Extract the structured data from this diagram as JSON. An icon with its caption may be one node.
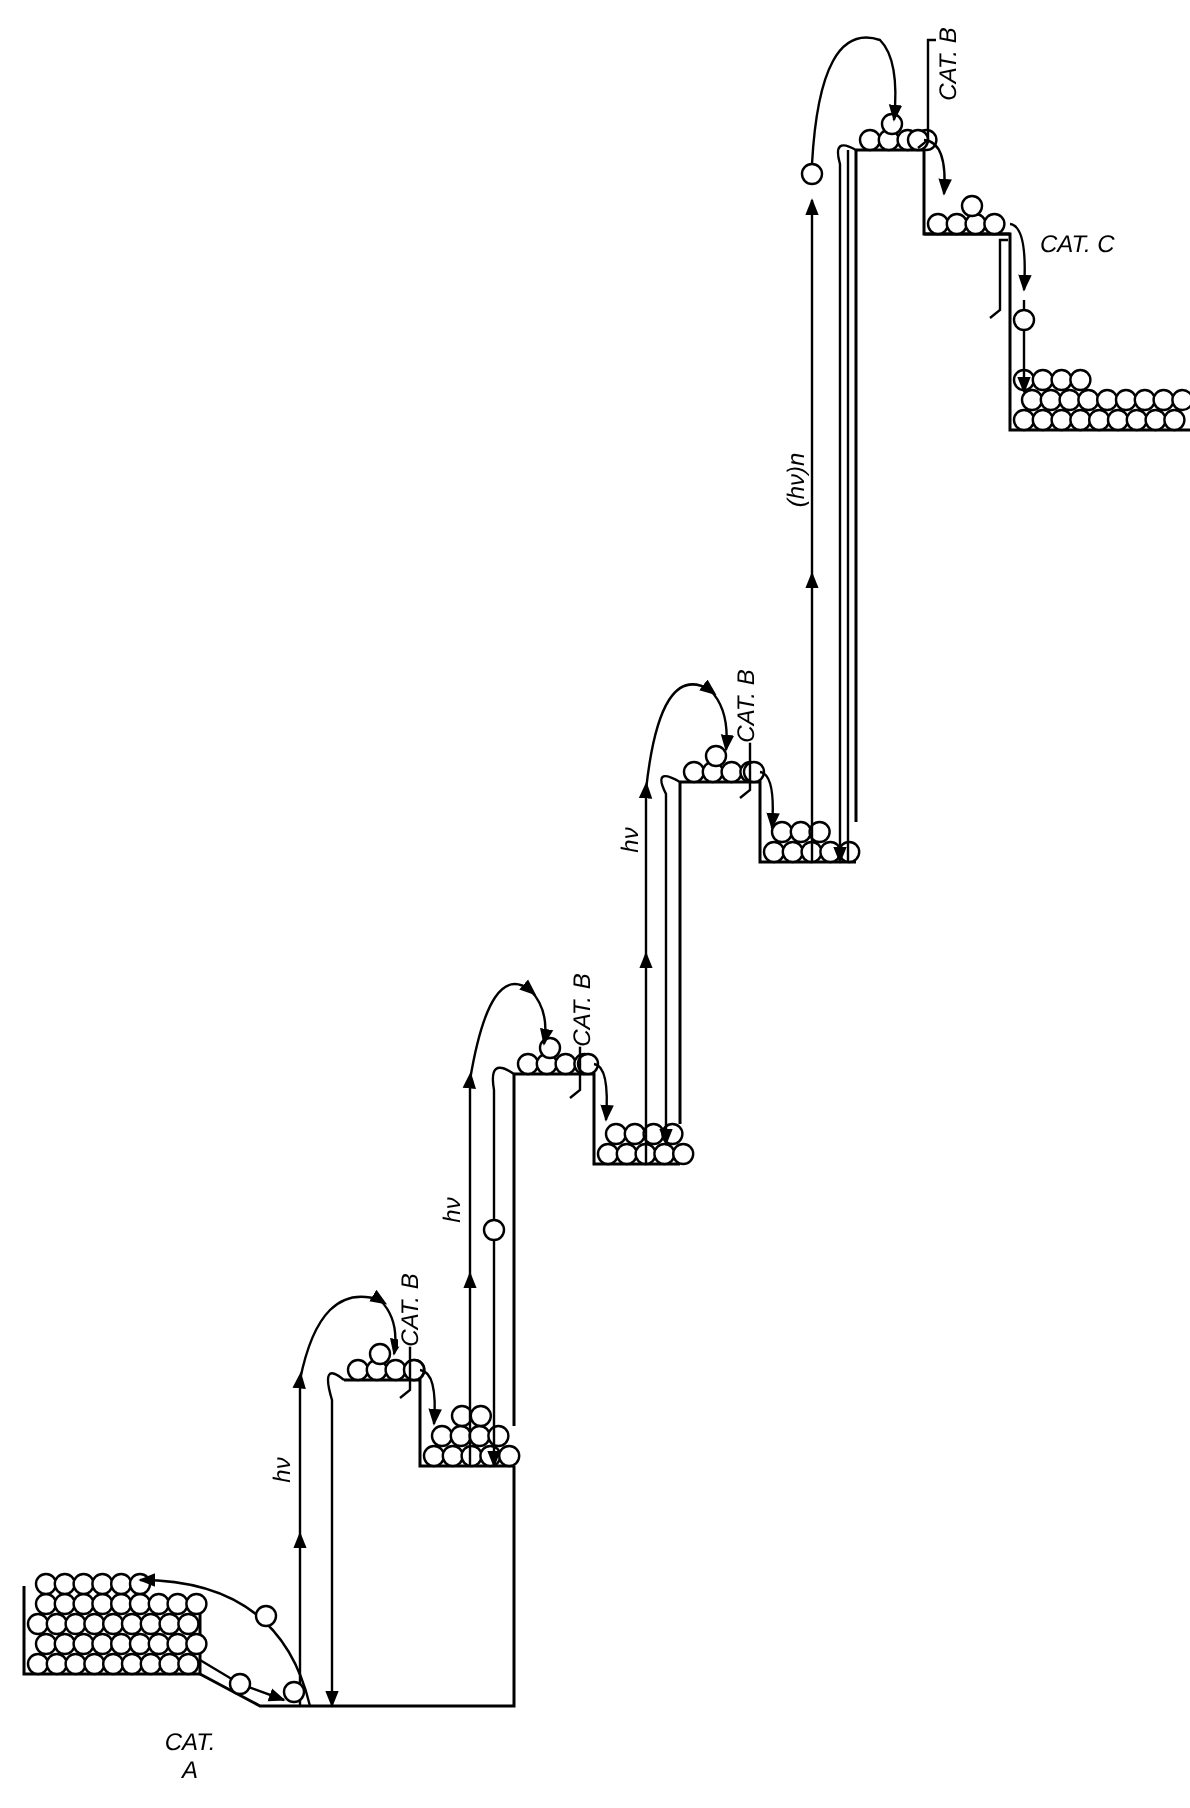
{
  "diagram": {
    "labels": [
      "CAT. B",
      "CAT. C",
      "(hν)n",
      "CAT. B",
      "hν",
      "CAT. B",
      "hν",
      "CAT. B",
      "hν",
      "CAT. A"
    ]
  }
}
